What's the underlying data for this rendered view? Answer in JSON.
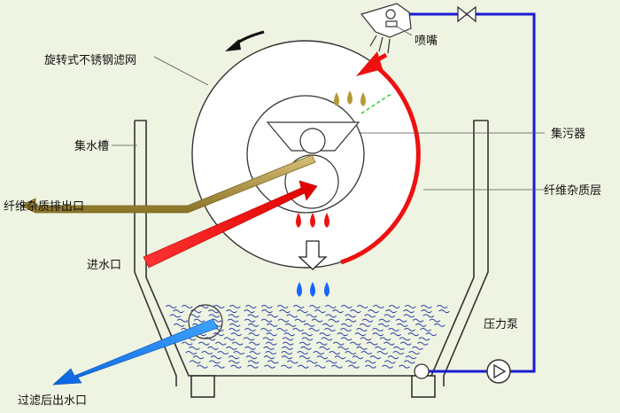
{
  "labels": {
    "nozzle": "喷嘴",
    "rotating_filter": "旋转式不锈钢滤网",
    "collection_tank": "集水槽",
    "dirt_collector": "集污器",
    "fiber_outlet": "纤维杂质排出口",
    "fiber_layer": "纤维杂质层",
    "water_inlet": "进水口",
    "pressure_pump": "压力泵",
    "filtered_outlet": "过滤后出水口"
  },
  "colors": {
    "background": "#eef4e1",
    "pipe_blue": "#1a1ad6",
    "hot_red": "#ee1111",
    "fiber_gold": "#b59a35",
    "water_blue": "#1e8cf0",
    "drop_blue": "#1565ff",
    "outline": "#333333"
  },
  "icons": [
    "nozzle-icon",
    "valve-icon",
    "pump-icon",
    "rotation-arrow-icon",
    "down-arrow-icon"
  ]
}
